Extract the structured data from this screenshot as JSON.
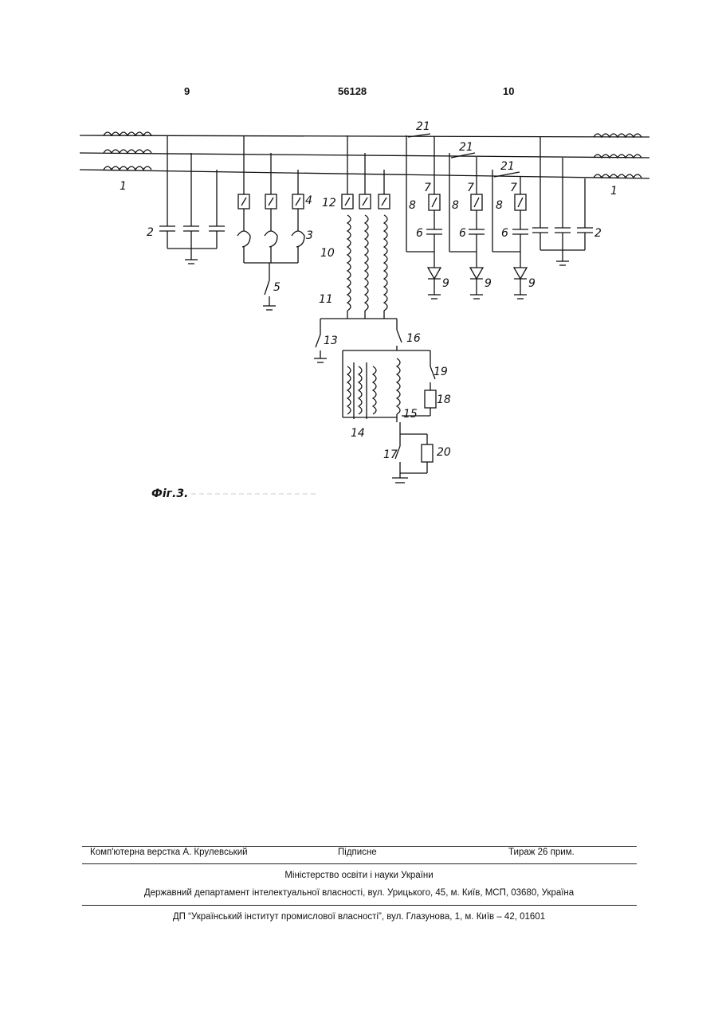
{
  "header": {
    "page_left": "9",
    "patent_number": "56128",
    "page_right": "10"
  },
  "figure": {
    "caption": "Фіг.3.",
    "labels": {
      "l1": "1",
      "l2": "2",
      "l3": "3",
      "l4": "4",
      "l5": "5",
      "l6": "6",
      "l7": "7",
      "l8": "8",
      "l9": "9",
      "l10": "10",
      "l11": "11",
      "l12": "12",
      "l13": "13",
      "l14": "14",
      "l15": "15",
      "l16": "16",
      "l17": "17",
      "l18": "18",
      "l19": "19",
      "l20": "20",
      "l21": "21"
    }
  },
  "footer": {
    "layout_credit": "Комп'ютерна верстка А. Крулевський",
    "signed": "Підписне",
    "circulation": "Тираж 26 прим.",
    "ministry": "Міністерство освіти і науки України",
    "department": "Державний департамент інтелектуальної власності, вул. Урицького, 45, м. Київ, МСП, 03680, Україна",
    "enterprise": "ДП “Український інститут промислової власності”, вул. Глазунова, 1, м. Київ – 42, 01601"
  }
}
